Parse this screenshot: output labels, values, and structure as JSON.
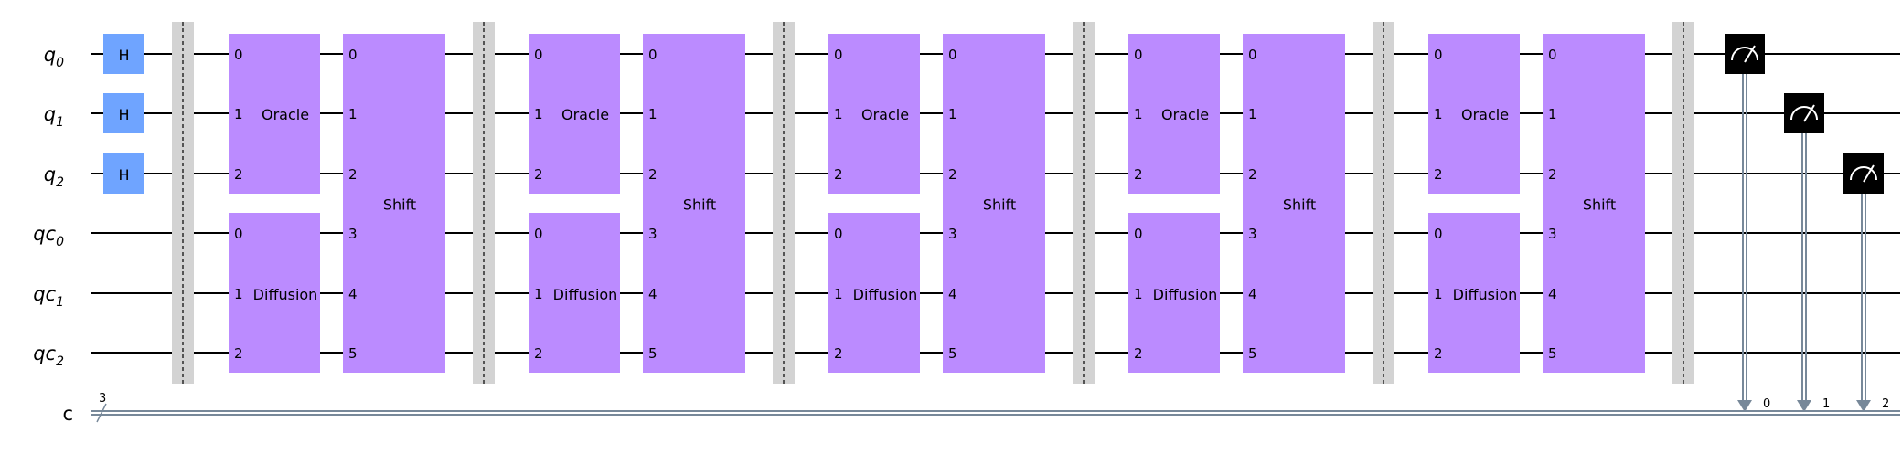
{
  "qubits": [
    {
      "name": "q",
      "sub": "0"
    },
    {
      "name": "q",
      "sub": "1"
    },
    {
      "name": "q",
      "sub": "2"
    },
    {
      "name": "qc",
      "sub": "0"
    },
    {
      "name": "qc",
      "sub": "1"
    },
    {
      "name": "qc",
      "sub": "2"
    }
  ],
  "classical": {
    "name": "c",
    "width": "3"
  },
  "gates": {
    "hadamard": "H",
    "oracle": "Oracle",
    "diffusion": "Diffusion",
    "shift": "Shift",
    "oracle_pins": [
      "0",
      "1",
      "2"
    ],
    "diffusion_pins": [
      "0",
      "1",
      "2"
    ],
    "shift_pins": [
      "0",
      "1",
      "2",
      "3",
      "4",
      "5"
    ]
  },
  "iterations": 5,
  "measurement_bits": [
    "0",
    "1",
    "2"
  ],
  "colors": {
    "hadamard": "#6fa4ff",
    "custom_gate": "#bb8bff",
    "barrier": "#d3d3d3",
    "measure": "#000000",
    "classical_wire": "#778899",
    "wire": "#000000"
  }
}
